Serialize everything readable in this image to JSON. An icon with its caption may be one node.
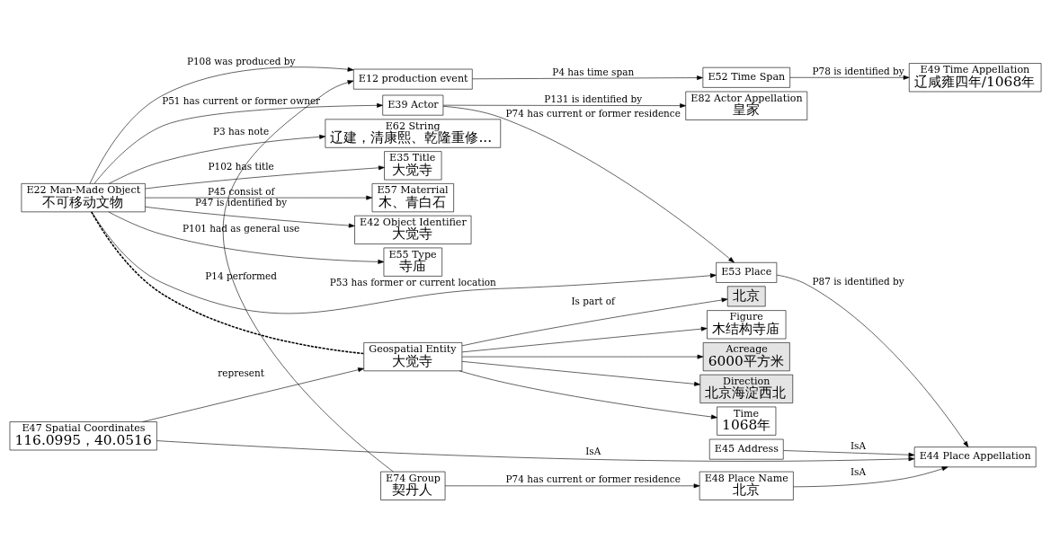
{
  "diagram": {
    "nodes": [
      {
        "text": [
          "E62 String",
          "辽建，清康熙、乾隆重修..."
        ]
      },
      {
        "text": [
          "E35 Title",
          "大觉寺"
        ]
      },
      {
        "text": [
          "E57 Materrial",
          "木、青白石"
        ]
      },
      {
        "text": [
          "E42 Object Identifier",
          "大觉寺"
        ]
      },
      {
        "text": [
          "Acreage",
          "6000平方米"
        ]
      },
      {
        "text": [
          "Direction",
          "北京海淀西北"
        ]
      },
      {
        "text": [
          "E55 Type",
          "寺庙"
        ]
      },
      {
        "text": [
          "Time",
          "1068年"
        ]
      },
      {
        "text": [
          "北京"
        ]
      },
      {
        "text": [
          "E22 Man-Made Object",
          "不可移动文物"
        ]
      },
      {
        "text": [
          "Geospatial Entity",
          "大觉寺"
        ]
      },
      {
        "text": [
          "E12 production event"
        ]
      },
      {
        "text": [
          "E47 Spatial Coordinates",
          "116.0995，40.0516"
        ]
      },
      {
        "text": [
          "Figure",
          "木结构寺庙"
        ]
      },
      {
        "text": [
          "E39 Actor"
        ]
      },
      {
        "text": [
          "E53 Place"
        ]
      },
      {
        "text": [
          "E52 Time Span"
        ]
      },
      {
        "text": [
          "E82 Actor Appellation",
          "皇家"
        ]
      },
      {
        "text": [
          "E44 Place Appellation"
        ]
      },
      {
        "text": [
          "E74 Group",
          "契丹人"
        ]
      },
      {
        "text": [
          "E49 Time Appellation",
          "辽咸雍四年/1068年"
        ]
      },
      {
        "text": [
          "E48 Place Name",
          "北京"
        ]
      },
      {
        "text": [
          "E45 Address"
        ]
      }
    ],
    "edges": [
      {
        "from": 9,
        "to": 0,
        "arrow": "to",
        "label": "P3 has note"
      },
      {
        "from": 9,
        "to": 1,
        "arrow": "to",
        "label": "P102 has title"
      },
      {
        "from": 9,
        "to": 2,
        "arrow": "to",
        "label": "P45 consist of"
      },
      {
        "from": 9,
        "to": 3,
        "arrow": "to",
        "label": "P47 is identified by"
      },
      {
        "from": 9,
        "to": 6,
        "arrow": "to",
        "label": "P101 had as general use"
      },
      {
        "from": 9,
        "to": 11,
        "arrow": "to",
        "label": "P108 was produced by"
      },
      {
        "from": 9,
        "to": 14,
        "arrow": "to",
        "label": "P51 has current or former owner"
      },
      {
        "from": 9,
        "to": 15,
        "arrow": "to",
        "label": "P53 has former or current location"
      },
      {
        "from": 9,
        "to": 10,
        "arrow": "none",
        "style": "dashed"
      },
      {
        "from": 10,
        "to": 7,
        "arrow": "to"
      },
      {
        "from": 10,
        "to": 4,
        "arrow": "to"
      },
      {
        "from": 10,
        "to": 5,
        "arrow": "to"
      },
      {
        "from": 10,
        "to": 8,
        "arrow": "to",
        "label": "Is part of"
      },
      {
        "from": 12,
        "to": 10,
        "arrow": "to",
        "label": "represent"
      },
      {
        "from": 10,
        "to": 13,
        "arrow": "to"
      },
      {
        "from": 11,
        "to": 16,
        "arrow": "to",
        "label": "P4 has time span"
      },
      {
        "from": 16,
        "to": 20,
        "arrow": "to",
        "label": "P78 is identified by"
      },
      {
        "from": 19,
        "to": 11,
        "arrow": "to",
        "label": "P14 performed"
      },
      {
        "from": 14,
        "to": 17,
        "arrow": "to",
        "label": "P131 is identified by"
      },
      {
        "from": 14,
        "to": 15,
        "arrow": "to",
        "label": "P74 has current or former residence"
      },
      {
        "from": 15,
        "to": 18,
        "arrow": "to",
        "label": "P87 is identified by"
      },
      {
        "from": 12,
        "to": 18,
        "arrow": "to",
        "label": "IsA"
      },
      {
        "from": 19,
        "to": 21,
        "arrow": "to",
        "label": "P74 has current or former residence"
      },
      {
        "from": 21,
        "to": 18,
        "arrow": "to",
        "label": "IsA"
      },
      {
        "from": 22,
        "to": 18,
        "arrow": "to",
        "label": "IsA"
      }
    ]
  }
}
